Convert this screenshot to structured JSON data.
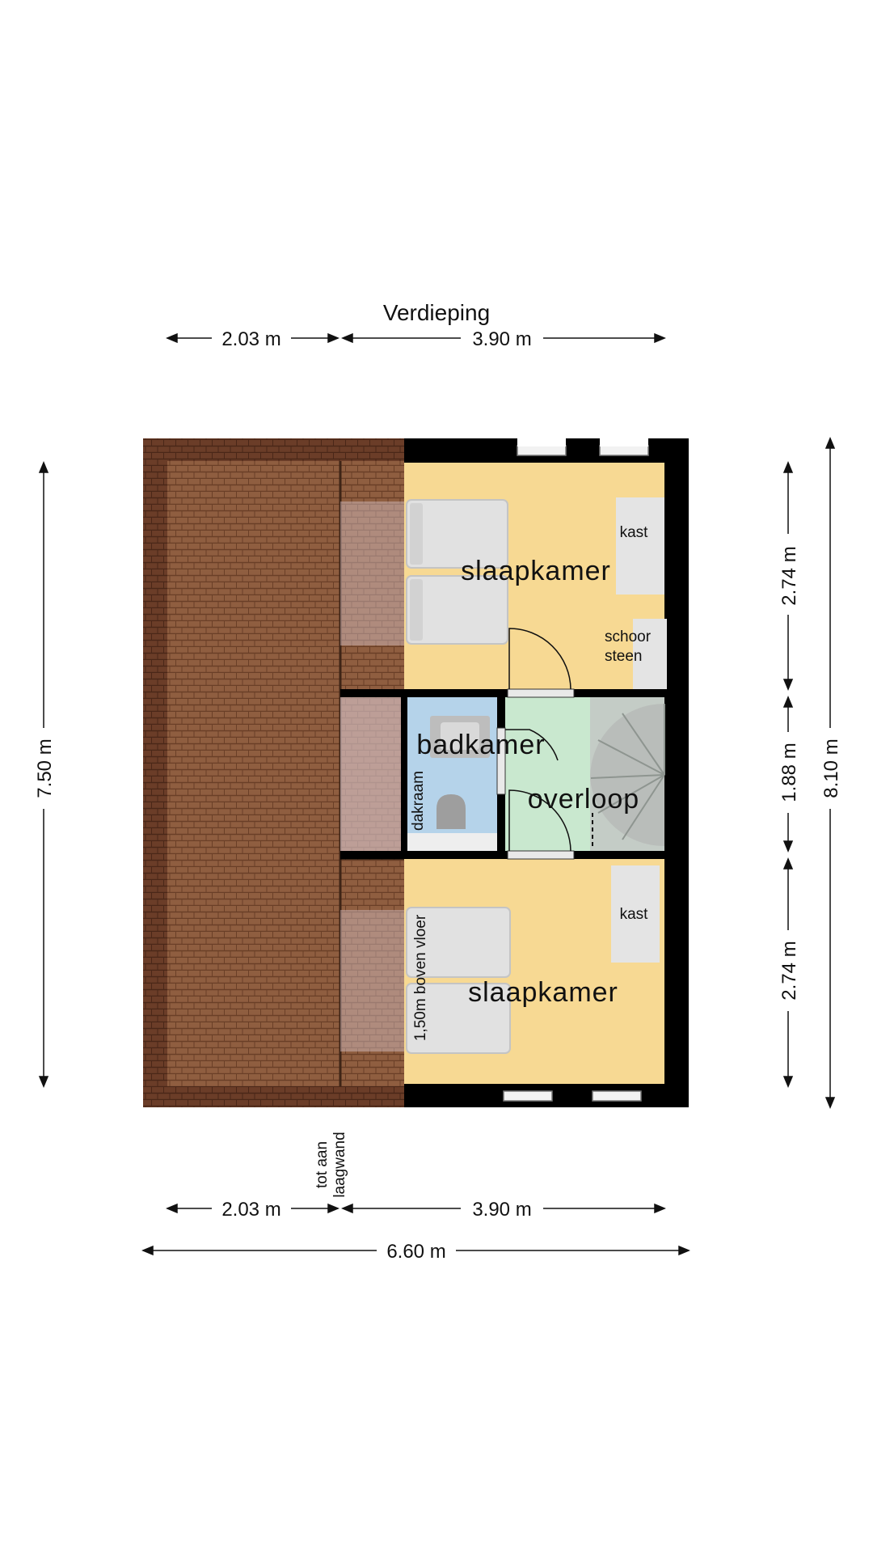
{
  "title": "Verdieping",
  "dimensions": {
    "top_left": "2.03 m",
    "top_right": "3.90 m",
    "bottom_left": "2.03 m",
    "bottom_right": "3.90 m",
    "bottom_total": "6.60 m",
    "left_height": "7.50 m",
    "right_top": "2.74 m",
    "right_middle": "1.88 m",
    "right_bottom": "2.74 m",
    "right_total": "8.10 m"
  },
  "rooms": {
    "bedroom_top": "slaapkamer",
    "bedroom_bottom": "slaapkamer",
    "bathroom": "badkamer",
    "landing": "overloop"
  },
  "annotations": {
    "kast_top": "kast",
    "kast_bottom": "kast",
    "chimney_line1": "schoor",
    "chimney_line2": "steen",
    "skylight": "dakraam",
    "height_note": "1,50m boven vloer",
    "kneewall_line1": "tot aan",
    "kneewall_line2": "laagwand"
  },
  "colors": {
    "bedroom": "#f7d993",
    "bathroom": "#b5d3ea",
    "landing": "#c9e8cf",
    "stairs": "#bfc9c2",
    "roof": "#8b5a3c",
    "wall": "#000000",
    "furniture": "#e4e4e4"
  }
}
